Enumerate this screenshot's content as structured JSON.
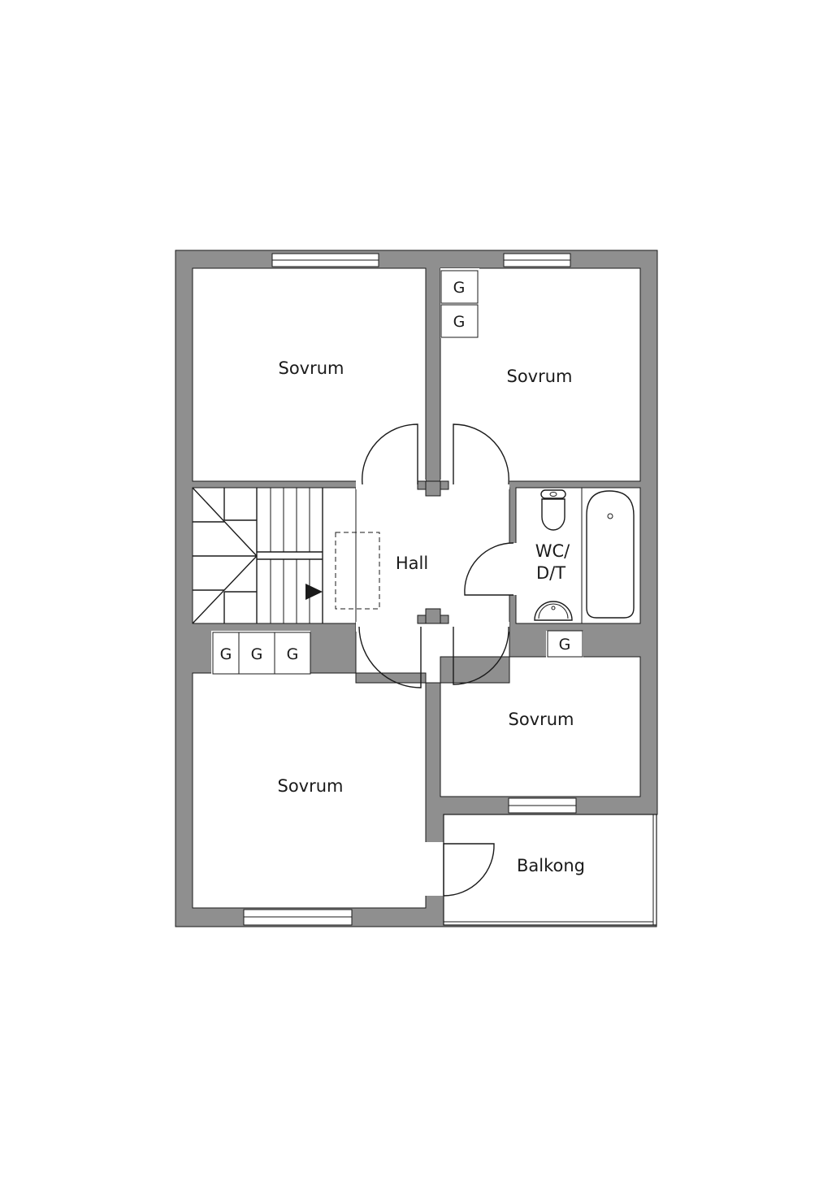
{
  "rooms": {
    "sovrum_top_left": "Sovrum",
    "sovrum_top_right": "Sovrum",
    "hall": "Hall",
    "wc_line1": "WC/",
    "wc_line2": "D/T",
    "sovrum_mid_right": "Sovrum",
    "sovrum_bottom_left": "Sovrum",
    "balkong": "Balkong"
  },
  "storage": {
    "g1": "G",
    "g2": "G",
    "g3": "G",
    "g4": "G",
    "g5": "G",
    "g6": "G"
  },
  "colors": {
    "wall": "#8f8f8f",
    "line": "#1a1a1a",
    "floor": "#ffffff"
  }
}
